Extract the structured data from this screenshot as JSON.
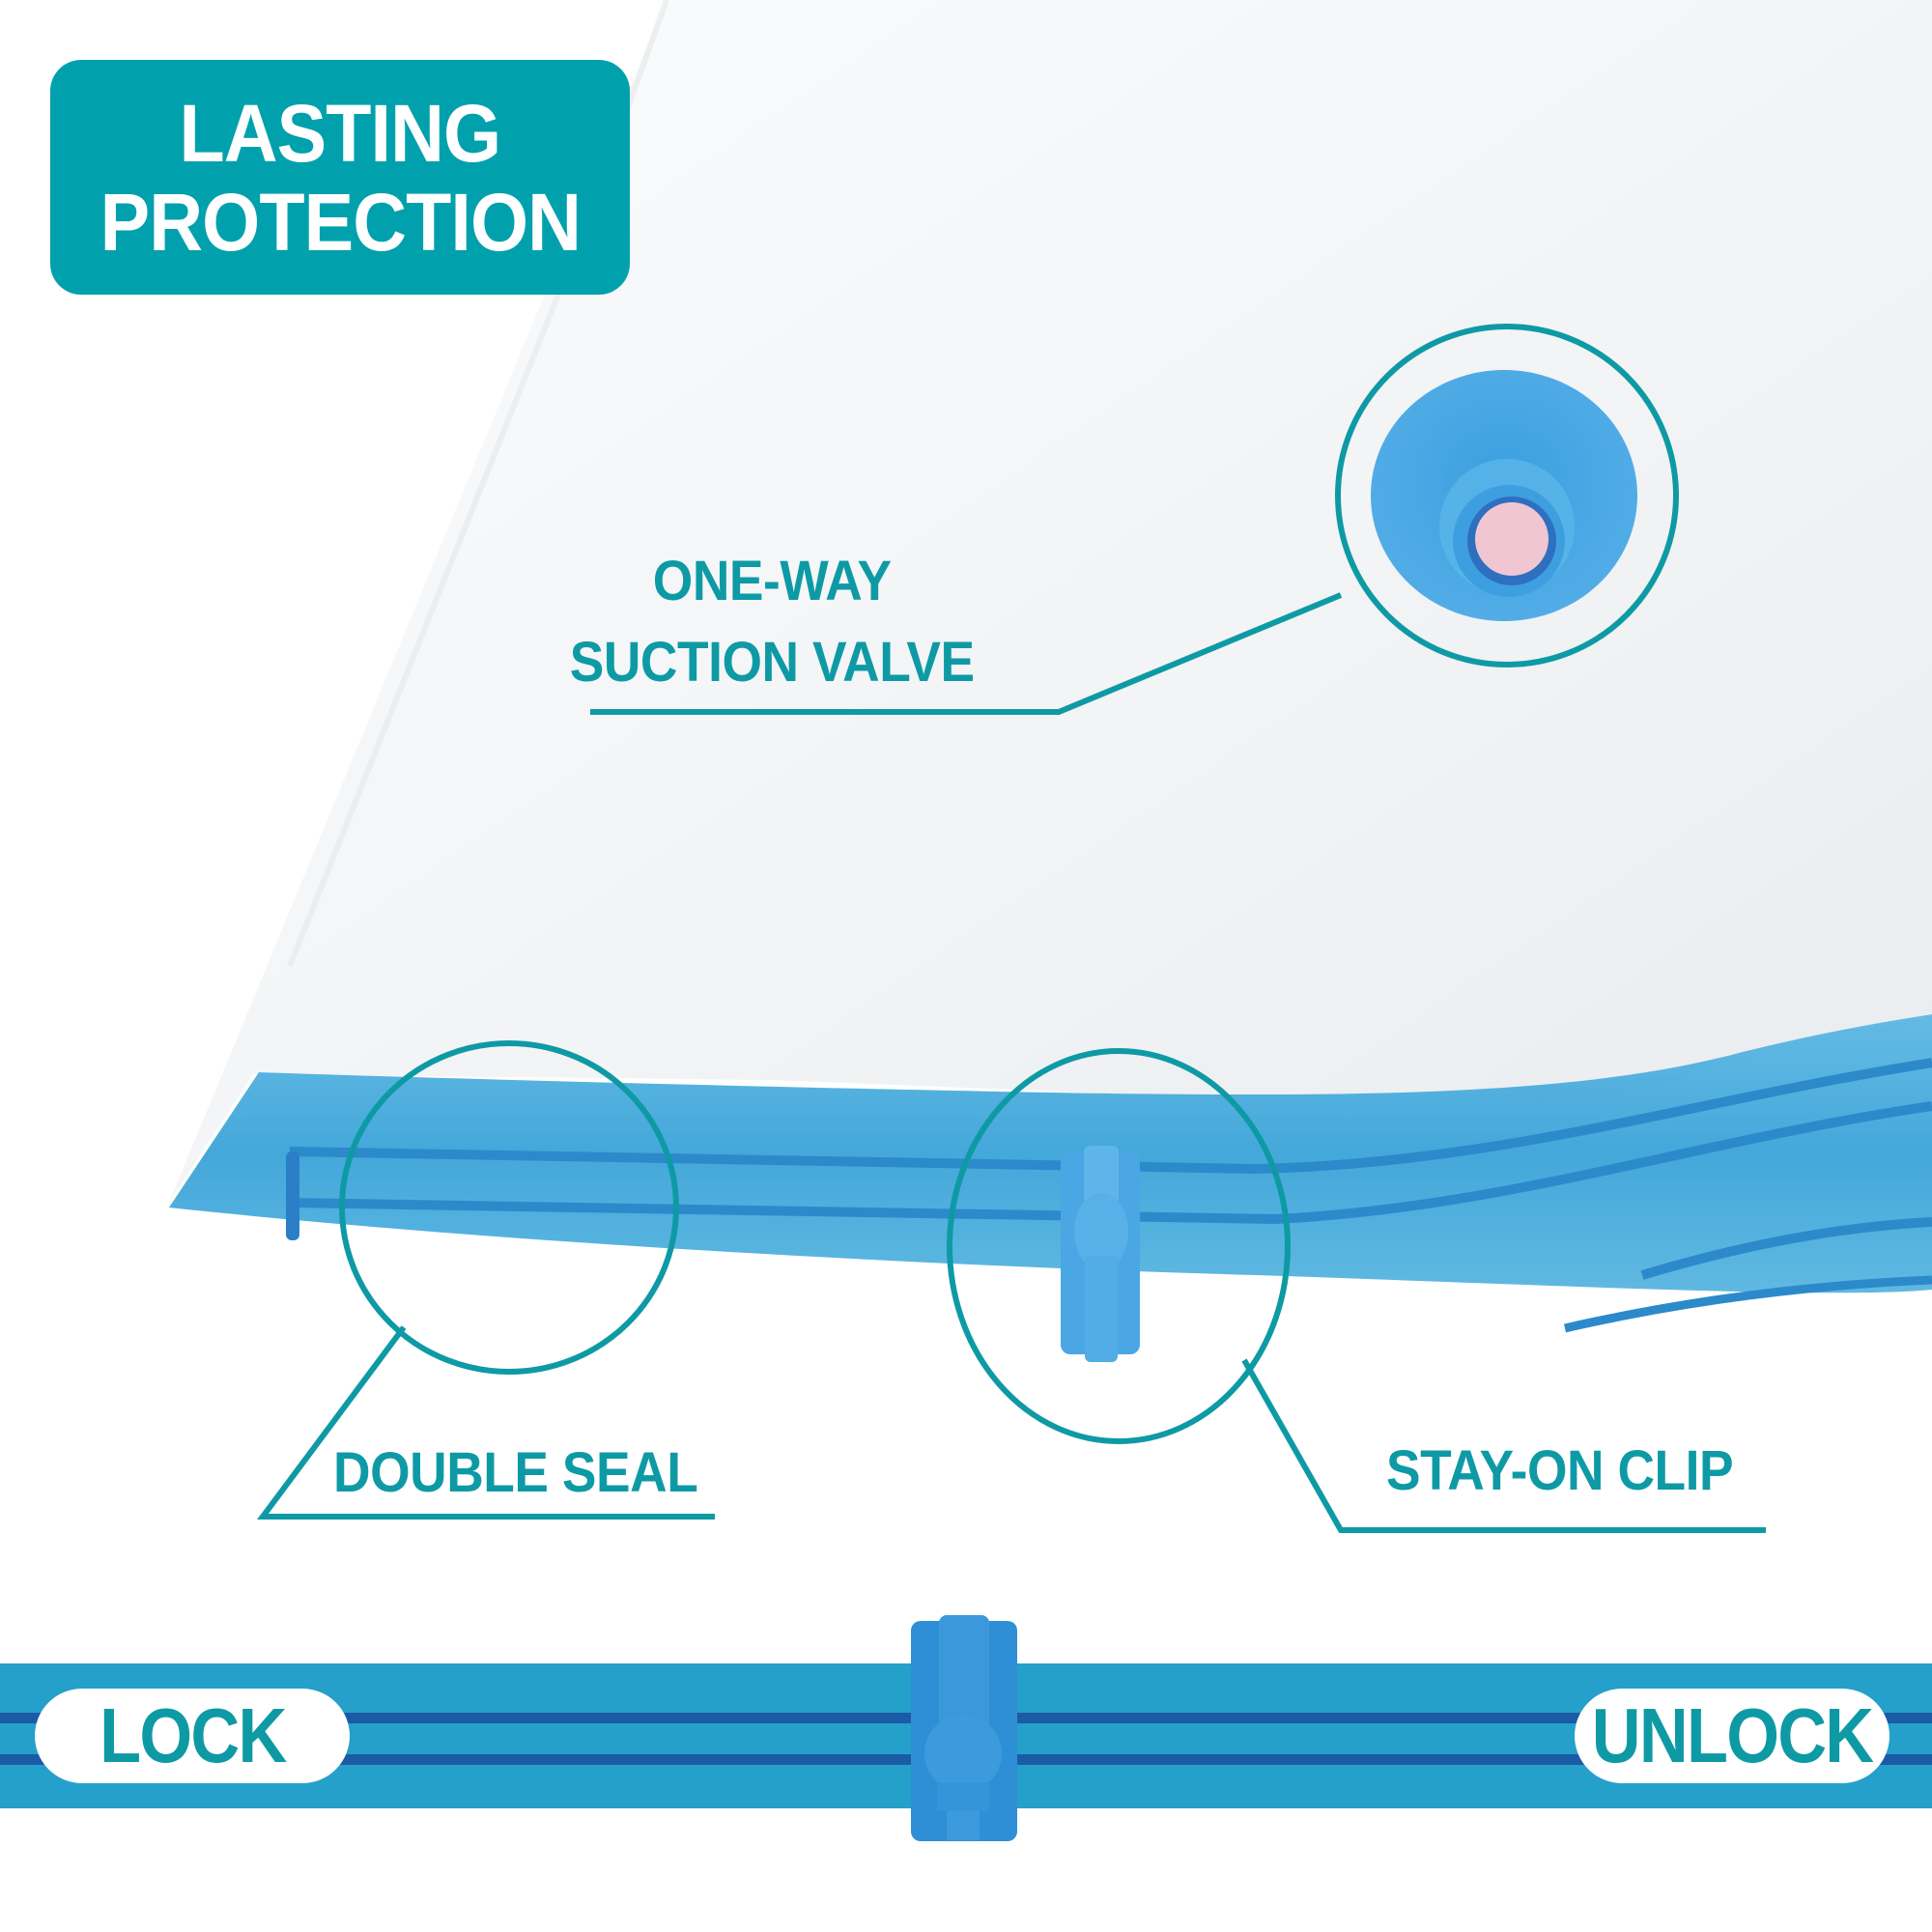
{
  "badge": {
    "line1": "LASTING",
    "line2": "PROTECTION",
    "color": "#00A1AD"
  },
  "callouts": {
    "valve": {
      "line1": "ONE-WAY",
      "line2": "SUCTION VALVE",
      "icon": "valve-icon"
    },
    "seal": {
      "label": "DOUBLE SEAL",
      "icon": "zipper-seal-icon"
    },
    "clip": {
      "label": "STAY-ON CLIP",
      "icon": "clip-icon"
    }
  },
  "slider_bar": {
    "left_label": "LOCK",
    "right_label": "UNLOCK",
    "bar_color": "#24A0CB",
    "track_color": "#1B5BA6",
    "clip_color": "#2E8FD6"
  },
  "colors": {
    "accent_teal": "#0E9AA5",
    "bag_blue": "#3FA6D8",
    "valve_pink": "#F0C6D3"
  }
}
